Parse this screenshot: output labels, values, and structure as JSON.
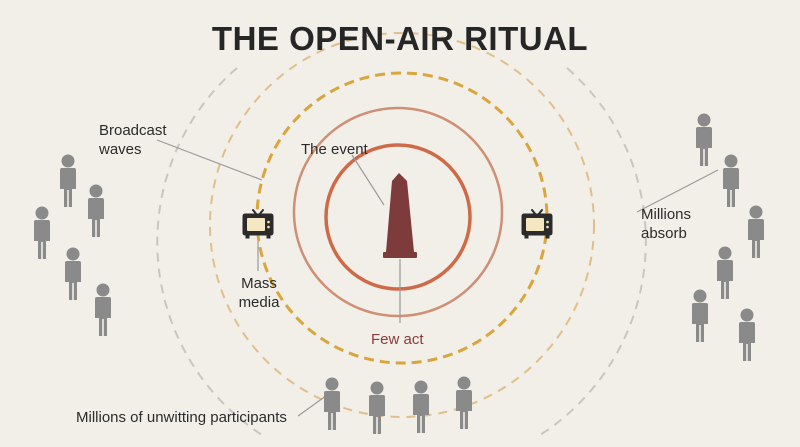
{
  "title": "THE OPEN-AIR RITUAL",
  "labels": {
    "broadcast_waves": [
      "Broadcast",
      "waves"
    ],
    "the_event": "The event",
    "mass_media": [
      "Mass",
      "media"
    ],
    "few_act": "Few act",
    "millions_absorb": [
      "Millions",
      "absorb"
    ],
    "unwitting": "Millions of unwitting participants"
  },
  "colors": {
    "background": "#f1efe8",
    "obelisk": "#7d3b3c",
    "inner_ring": "#cf6a48",
    "middle_ring": "#cf8f74",
    "broadcast_ring": "#d9a63e",
    "outer_dashed": "#e0bf8a",
    "far_dashed": "#c9c6bf",
    "people": "#8a8a8a",
    "tv": "#2b2b2b",
    "tv_screen": "#f4e7c1"
  },
  "icons": {
    "center": "obelisk-icon",
    "media": "tv-icon",
    "people": "person-icon"
  }
}
